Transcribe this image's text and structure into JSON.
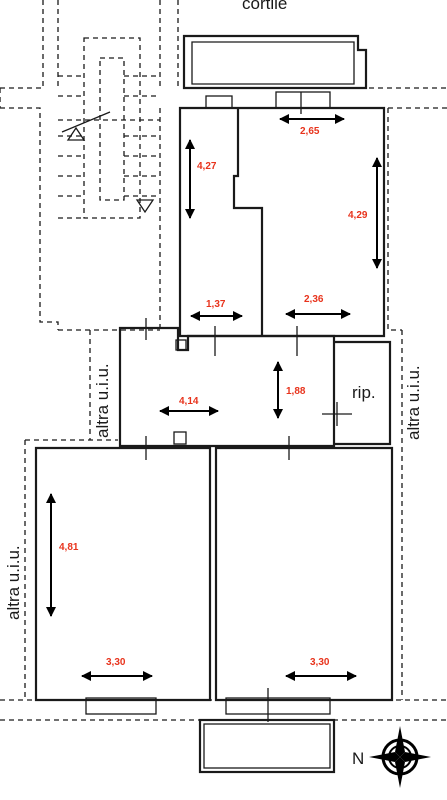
{
  "plan": {
    "top_label": "cortile",
    "room_labels": {
      "left_upper": "altra u.i.u.",
      "left_lower": "altra u.i.u.",
      "right": "altra u.i.u.",
      "storage": "rip."
    },
    "dimensions": {
      "upper_room_width": "2,65",
      "upper_room_height": "4,29",
      "narrow_room_height": "4,27",
      "narrow_room_width": "1,37",
      "upper_room_width_2": "2,36",
      "hall_width": "4,14",
      "hall_height": "1,88",
      "left_room_height": "4,81",
      "left_room_width": "3,30",
      "right_room_width": "3,30"
    },
    "compass": {
      "label": "N"
    }
  }
}
